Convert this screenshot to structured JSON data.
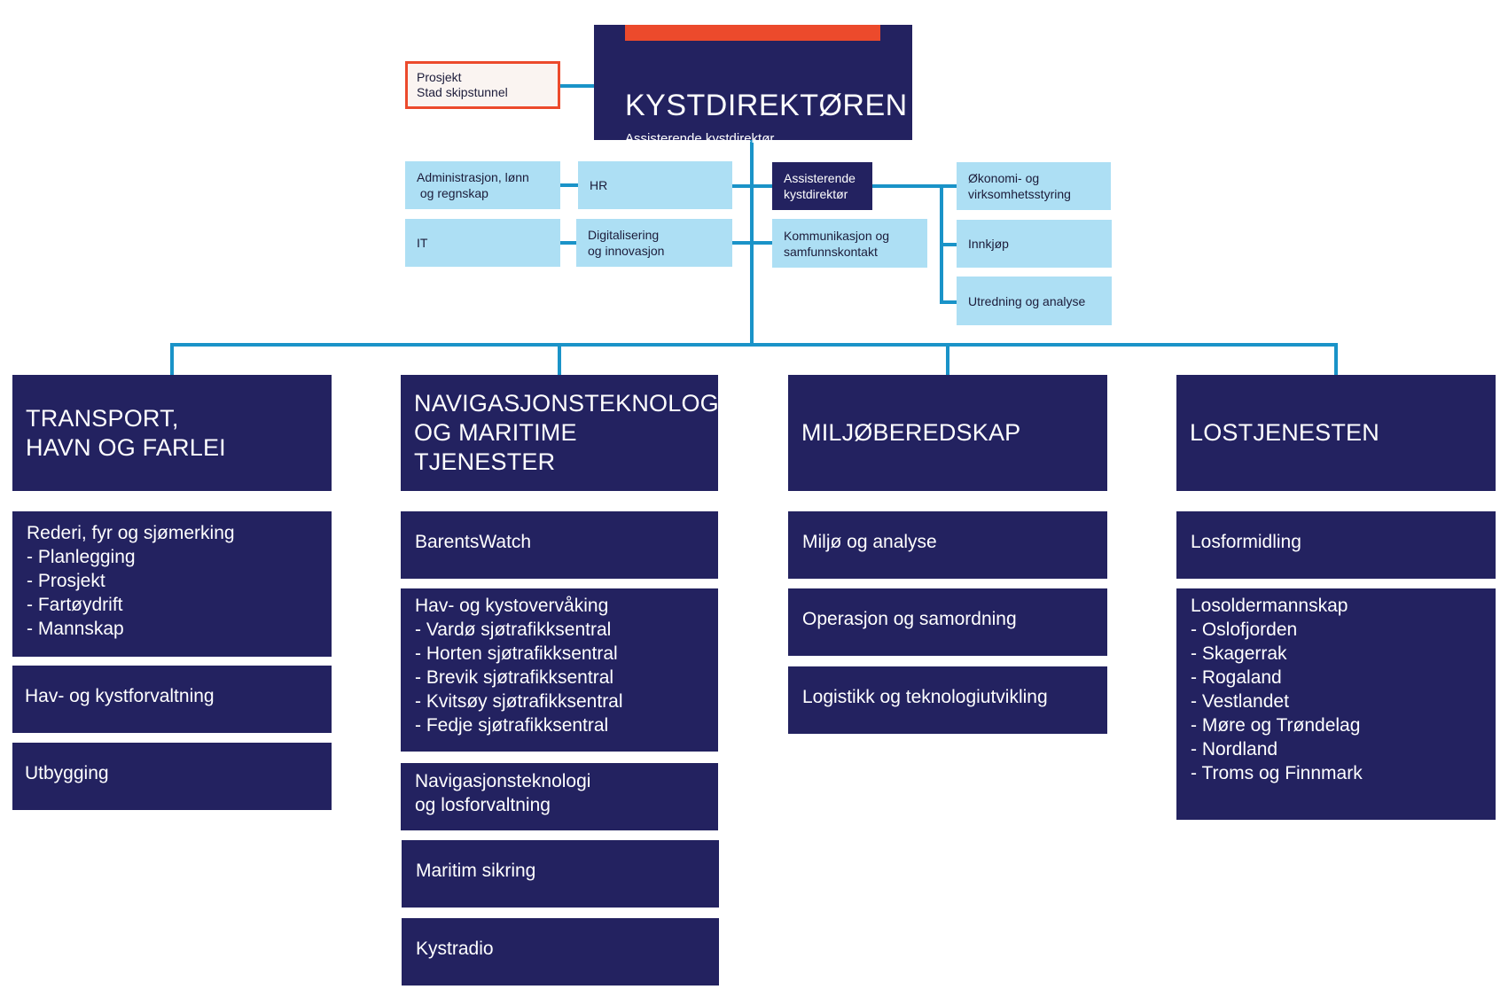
{
  "colors": {
    "navy": "#232260",
    "accent_orange": "#ec4a2c",
    "connector_blue": "#1a93c8",
    "staff_light_blue": "#addff4",
    "project_bg": "#faf4f1"
  },
  "director": {
    "title": "KYSTDIREKTØREN",
    "subtitle": "Assisterende kystdirektør"
  },
  "project": {
    "line1": "Prosjekt",
    "line2": "Stad skipstunnel"
  },
  "staff": {
    "admin": {
      "line1": "Administrasjon, lønn",
      "line2": " og regnskap"
    },
    "hr": {
      "line1": "HR"
    },
    "it": {
      "line1": "IT"
    },
    "digital": {
      "line1": "Digitalisering",
      "line2": "og innovasjon"
    },
    "assistant": {
      "line1": "Assisterende",
      "line2": "kystdirektør"
    },
    "communication": {
      "line1": "Kommunikasjon og",
      "line2": "samfunnskontakt"
    },
    "economy": {
      "line1": "Økonomi- og",
      "line2": "virksomhetsstyring"
    },
    "procurement": {
      "line1": "Innkjøp"
    },
    "analysis": {
      "line1": "Utredning og analyse"
    }
  },
  "divisions": [
    {
      "title_lines": [
        "TRANSPORT,",
        "HAVN OG FARLEI"
      ],
      "units": [
        {
          "lines": [
            "Rederi, fyr og sjømerking",
            "- Planlegging",
            "- Prosjekt",
            "- Fartøydrift",
            "- Mannskap"
          ]
        },
        {
          "lines": [
            "Hav- og kystforvaltning"
          ]
        },
        {
          "lines": [
            "Utbygging"
          ]
        }
      ]
    },
    {
      "title_lines": [
        "NAVIGASJONSTEKNOLOGI",
        "OG MARITIME TJENESTER"
      ],
      "units": [
        {
          "lines": [
            "BarentsWatch"
          ]
        },
        {
          "lines": [
            "Hav- og kystovervåking",
            "- Vardø sjøtrafikksentral",
            "- Horten sjøtrafikksentral",
            "- Brevik sjøtrafikksentral",
            "- Kvitsøy sjøtrafikksentral",
            "- Fedje sjøtrafikksentral"
          ]
        },
        {
          "lines": [
            "Navigasjonsteknologi",
            "og losforvaltning"
          ]
        },
        {
          "lines": [
            "Maritim sikring"
          ]
        },
        {
          "lines": [
            "Kystradio"
          ]
        }
      ]
    },
    {
      "title_lines": [
        "MILJØBEREDSKAP"
      ],
      "units": [
        {
          "lines": [
            "Miljø og analyse"
          ]
        },
        {
          "lines": [
            "Operasjon og samordning"
          ]
        },
        {
          "lines": [
            "Logistikk og teknologiutvikling"
          ]
        }
      ]
    },
    {
      "title_lines": [
        "LOSTJENESTEN"
      ],
      "units": [
        {
          "lines": [
            "Losformidling"
          ]
        },
        {
          "lines": [
            "Losoldermannskap",
            "- Oslofjorden",
            "- Skagerrak",
            "- Rogaland",
            "- Vestlandet",
            "- Møre og Trøndelag",
            "- Nordland",
            "- Troms og Finnmark"
          ]
        }
      ]
    }
  ]
}
